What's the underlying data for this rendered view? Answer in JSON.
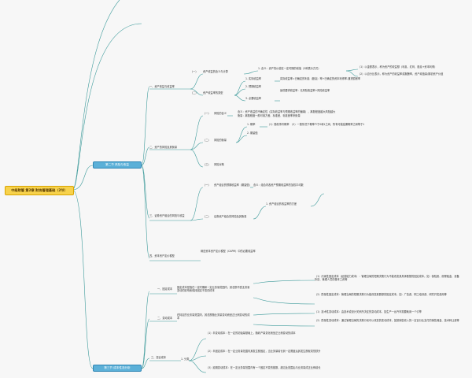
{
  "root": {
    "label": "中级财管 第2章 财务管理基础（2节）"
  },
  "sections": [
    {
      "label": "第二节 风险与收益"
    },
    {
      "label": "第三节 成本性态分析"
    }
  ],
  "risk": {
    "yield": {
      "label": "一、资产收益与收益率",
      "meaning_mark": "（一）",
      "meaning": "资产收益的含义与计算",
      "meaning_def": "1. 含义：资产的价值在一定时期的增值（2种表示方式）",
      "form1": "（1）以金额表示，称为资产的收益额（利息、红利、股息+资本利得）",
      "form2": "（2）以百分比表示，称为资产的收益率或报酬率，资产增值量/期初资产价值",
      "types_mark": "（二）",
      "types": "资产收益率的类型",
      "type1": "1. 实际收益率",
      "type1_desc": "实际收益率=已确定的利息（股息）率+已确定的资本利得率-通货膨胀率",
      "type2": "2. 预期收益率",
      "type3": "3. 必要收益率",
      "type3_desc": "最低要求收益率：无风险收益率+风险收益率"
    },
    "measure": {
      "label": "二、资产的风险及其衡量",
      "concept_mark": "（一）",
      "concept": "风险的含义",
      "concept_desc": "含义：资产收益的不确定性（实际收益率与预期收益率的偏离），离散程度越大风险越大",
      "concept_desc2": "衡量：离散程度一般可用方差、标准差、标准差率来衡量",
      "gauge_mark": "（二）",
      "gauge": "风险的衡量",
      "gauge1": "1. 概率",
      "gauge1_desc": "（1）随机事件概率　（2）一般情况下概率介于0和1之间，所有可能结果概率之和等于1",
      "gauge2": "2. 期望值",
      "resp_mark": "（三）",
      "resp": "风险对策"
    },
    "portfolio": {
      "label": "三、证券资产组合的风险与收益",
      "ret_mark": "（一）",
      "ret": "资产组合的预期收益率（期望值）",
      "ret_desc": "含义：组合内各资产预期收益率的加权平均数",
      "risk_mark": "（二）",
      "risk": "证券资产组合的风险及其衡量",
      "risk1": "1. 资产组合的收益率的方差"
    },
    "capm": {
      "label": "四、资本资产定价模型",
      "desc": "阐述资本资产定价模型（CAPM）中的必要收益率"
    }
  },
  "cost": {
    "fixed": {
      "label": "一、固定成本",
      "desc": "固定成本是指在一定时期和一定业务量范围内，其总额不受业务量变动的影响而保持固定不变的成本",
      "d1": "（1）约束性固定成本（经营能力成本）：管理当局的短期决策行为不能改变其具体数额的固定成本。如：保险费、房屋租金、设备折旧、管理人员的基本工资等",
      "d2": "（2）酌量性固定成本：管理当局的短期决策行为能改变其数额的固定成本。如：广告费、职工培训费、研究开发费用等"
    },
    "variable": {
      "label": "二、变动成本",
      "desc": "在特定的业务量范围内，其总额随业务量变动而呈正比例变动的成本",
      "d1": "（1）技术性变动成本：由技术或设计关系所决定的变动成本，如生产一台汽车需要耗用一个引擎",
      "d2": "（2）酌量性变动成本：通过管理当局的决策行动可以改变的变动成本，如按销售收入的一定百分比支付的销售佣金、技术转让费等"
    },
    "mixed": {
      "label": "三、混合成本",
      "k1": "1. 分类",
      "k1a": "（1）半变动成本：在一定的初始量基础上，随着产量变化而呈正比例变动的成本",
      "k1b": "（2）半固定成本：在一定业务量范围内其发生额固定，当业务量增长到一定限度后其发生额就突然跃升",
      "k1c": "（3）延期变动成本：在一定业务量范围内有一个固定不变的基数，超过此范围后与业务量成正比例增长"
    }
  },
  "colors": {
    "line": "#3e9b9b",
    "root": "#f7d24c",
    "section": "#5bb0d8"
  }
}
